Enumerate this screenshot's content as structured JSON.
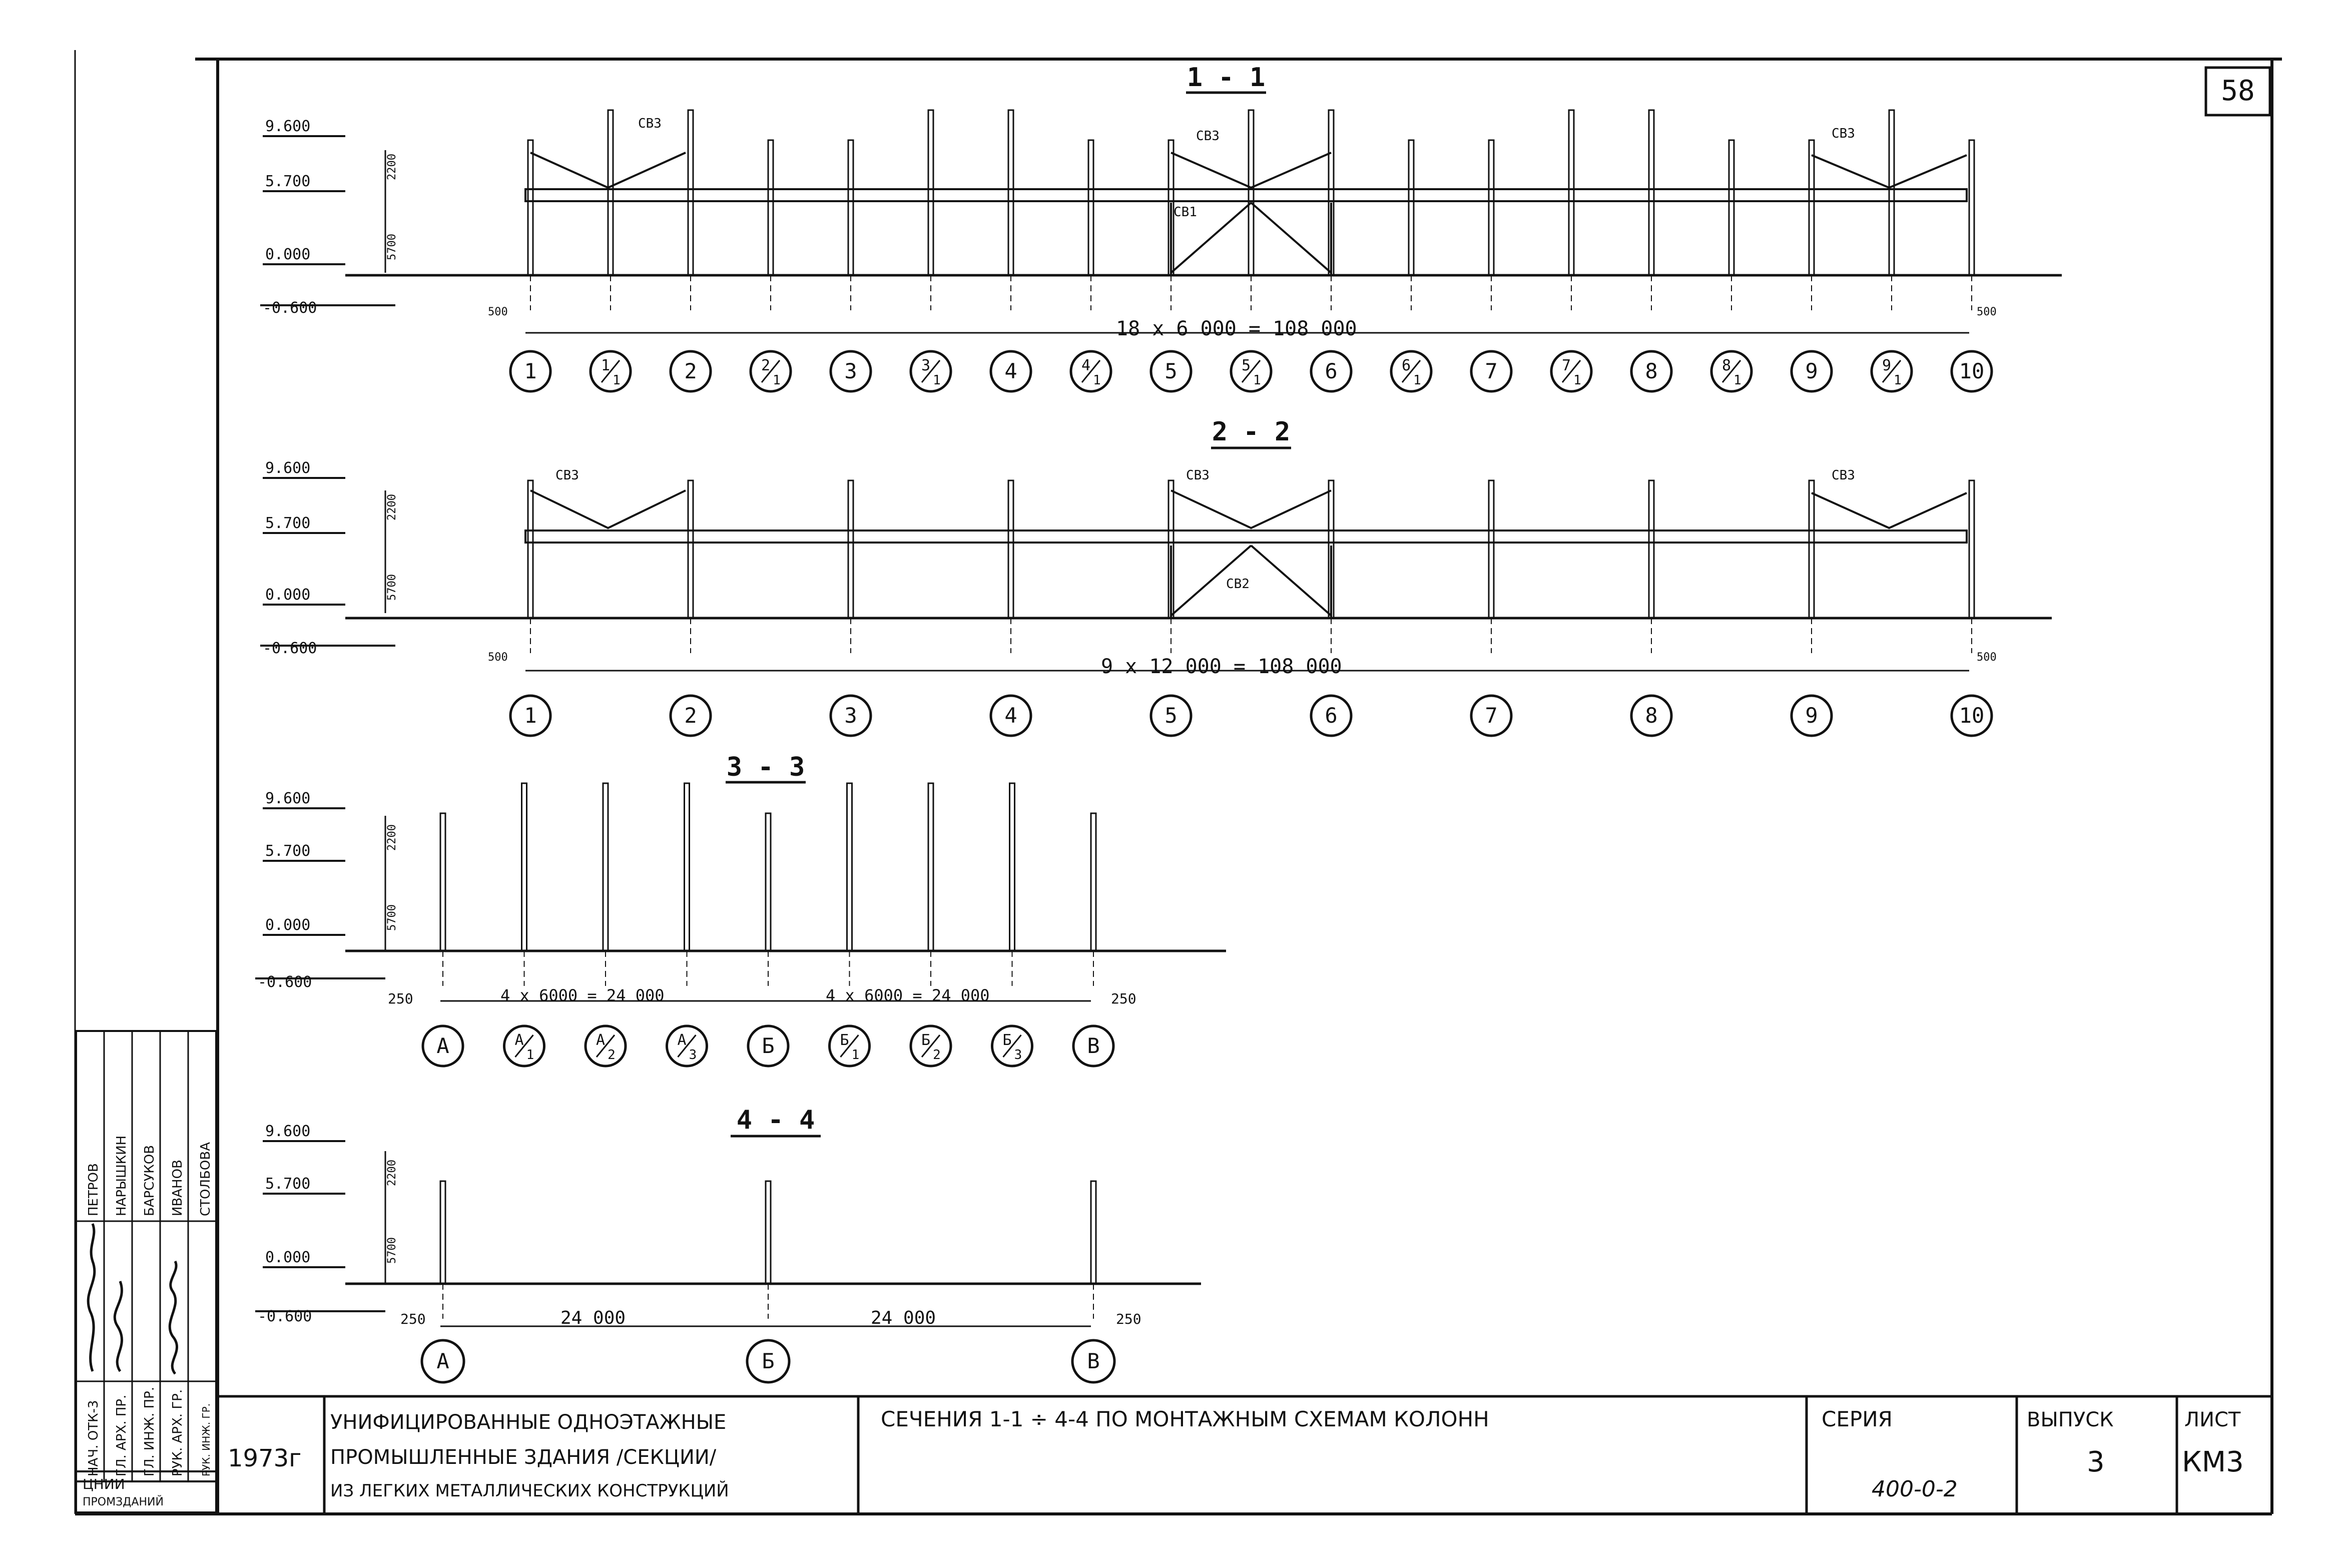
{
  "sheet": {
    "number": "58"
  },
  "sections": [
    {
      "title": "1 - 1",
      "levels": [
        "9.600",
        "5.700",
        "0.000",
        "-0.600"
      ],
      "heights": [
        "2200",
        "5700"
      ],
      "brace_labels": [
        "СВ3",
        "СВ3",
        "СВ3",
        "СВ1"
      ],
      "edge_dims": [
        "500",
        "500"
      ],
      "span_dim": "18 x  6 000  =  108 000",
      "axes": [
        "1",
        "1/1",
        "2",
        "2/1",
        "3",
        "3/1",
        "4",
        "4/1",
        "5",
        "5/1",
        "6",
        "6/1",
        "7",
        "7/1",
        "8",
        "8/1",
        "9",
        "9/1",
        "10"
      ]
    },
    {
      "title": "2 - 2",
      "levels": [
        "9.600",
        "5.700",
        "0.000",
        "-0.600"
      ],
      "heights": [
        "2200",
        "5700"
      ],
      "brace_labels": [
        "СВ3",
        "СВ3",
        "СВ3",
        "СВ2"
      ],
      "edge_dims": [
        "500",
        "500"
      ],
      "span_dim": "9 x  12 000  =  108 000",
      "axes": [
        "1",
        "2",
        "3",
        "4",
        "5",
        "6",
        "7",
        "8",
        "9",
        "10"
      ]
    },
    {
      "title": "3 - 3",
      "levels": [
        "9.600",
        "5.700",
        "0.000",
        "-0.600"
      ],
      "heights": [
        "2200",
        "5700"
      ],
      "edge_dims": [
        "250",
        "250"
      ],
      "span_dims": [
        "4 x 6000 = 24 000",
        "4 x 6000 = 24 000"
      ],
      "axes": [
        "А",
        "А/1",
        "А/2",
        "А/3",
        "Б",
        "Б/1",
        "Б/2",
        "Б/3",
        "В"
      ]
    },
    {
      "title": "4 - 4",
      "levels": [
        "9.600",
        "5.700",
        "0.000",
        "-0.600"
      ],
      "heights": [
        "2200",
        "5700"
      ],
      "edge_dims": [
        "250",
        "250"
      ],
      "span_dims": [
        "24 000",
        "24 000"
      ],
      "axes": [
        "А",
        "Б",
        "В"
      ]
    }
  ],
  "signatures": {
    "roles": [
      "НАЧ. ОТК-3",
      "ГЛ. АРХ. ПР.",
      "ГЛ. ИНЖ. ПР.",
      "РУК. АРХ. ГР.",
      "РУК. ИНЖ. ГР."
    ],
    "names": [
      "ПЕТРОВ",
      "НАРЫШКИН",
      "БАРСУКОВ",
      "ИВАНОВ",
      "СТОЛБОВА"
    ]
  },
  "title_block": {
    "org": [
      "ЦНИИ",
      "ПРОМЗДАНИЙ"
    ],
    "year": "1973г",
    "project": [
      "УНИФИЦИРОВАННЫЕ ОДНОЭТАЖНЫЕ",
      "ПРОМЫШЛЕННЫЕ ЗДАНИЯ /СЕКЦИИ/",
      "ИЗ ЛЕГКИХ МЕТАЛЛИЧЕСКИХ КОНСТРУКЦИЙ"
    ],
    "sheet_title": "СЕЧЕНИЯ  1-1 ÷ 4-4  ПО  МОНТАЖНЫМ  СХЕМАМ  КОЛОНН",
    "series_label": "СЕРИЯ",
    "series_value": "400-0-2",
    "issue_label": "ВЫПУСК",
    "issue_value": "3",
    "sheet_label": "ЛИСТ",
    "sheet_value": "КМ3"
  }
}
